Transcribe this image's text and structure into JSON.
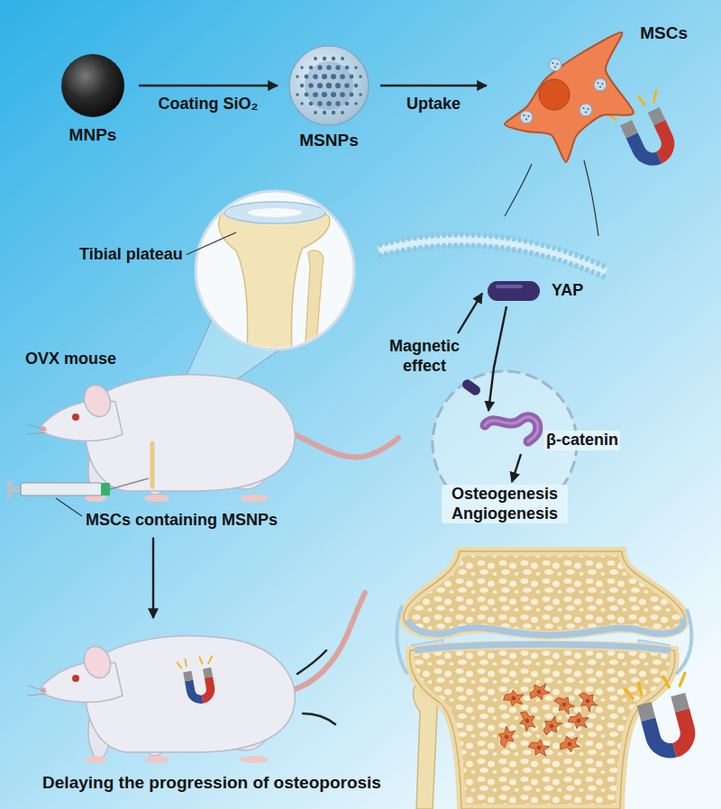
{
  "diagram": {
    "nodes": [
      {
        "text": [
          "MNPs"
        ]
      },
      {
        "text": [
          "MSNPs"
        ]
      },
      {
        "text": [
          "MSCs"
        ]
      },
      {
        "text": [
          "Magnetic effect"
        ]
      },
      {
        "text": [
          "YAP"
        ]
      },
      {
        "text": [
          "β-catenin"
        ]
      },
      {
        "text": [
          "Osteogenesis Angiogenesis"
        ]
      },
      {
        "text": [
          "MSCs containing MSNPs"
        ]
      },
      {
        "text": [
          "Delaying the progression of osteoporosis"
        ]
      }
    ],
    "edges": [
      {
        "from": 0,
        "to": 1,
        "label": "Coating SiO₂",
        "arrow": "to"
      },
      {
        "from": 1,
        "to": 2,
        "label": "Uptake",
        "arrow": "to"
      },
      {
        "from": 3,
        "to": 4,
        "arrow": "to"
      },
      {
        "from": 4,
        "to": 5,
        "arrow": "to"
      },
      {
        "from": 5,
        "to": 6,
        "arrow": "to"
      },
      {
        "from": 7,
        "to": 8,
        "arrow": "to"
      }
    ],
    "labels": [
      "Tibial plateau",
      "OVX mouse"
    ]
  }
}
